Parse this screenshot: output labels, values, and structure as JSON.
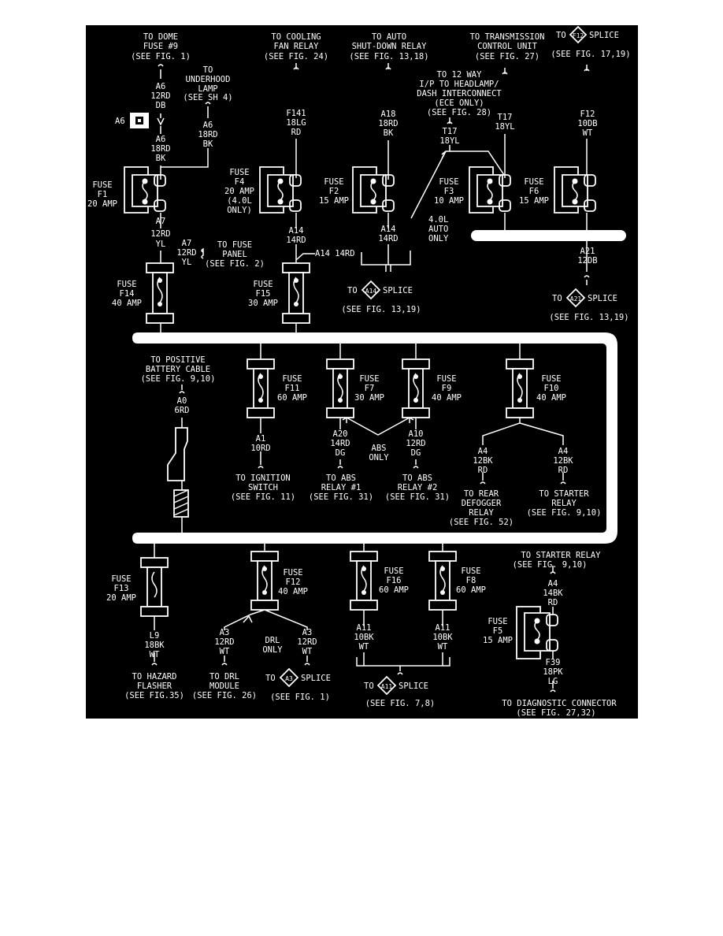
{
  "labels": {
    "dome1": "TO DOME",
    "dome2": "FUSE #9",
    "dome3": "(SEE FIG. 1)",
    "a6w1": "A6",
    "a6w2": "12RD",
    "a6w3": "DB",
    "a6conn": "A6",
    "a6w4": "A6",
    "a6w5": "18RD",
    "a6w6": "BK",
    "uh1": "TO",
    "uh2": "UNDERHOOD",
    "uh3": "LAMP",
    "uh4": "(SEE SH 4)",
    "uhw1": "A6",
    "uhw2": "18RD",
    "uhw3": "BK",
    "f1a": "FUSE",
    "f1b": "F1",
    "f1c": "20 AMP",
    "a7a": "A7",
    "a7b": "12RD",
    "a7c": "YL",
    "a7d": "A7",
    "a7e": "12RD",
    "a7f": "YL",
    "fp1": "TO FUSE",
    "fp2": "PANEL",
    "fp3": "(SEE FIG. 2)",
    "f14a": "FUSE",
    "f14b": "F14",
    "f14c": "40 AMP",
    "cf1": "TO COOLING",
    "cf2": "FAN RELAY",
    "cf3": "(SEE FIG. 24)",
    "f141a": "F141",
    "f141b": "18LG",
    "f141c": "RD",
    "f4a": "FUSE",
    "f4b": "F4",
    "f4c": "20 AMP",
    "f4d": "(4.0L",
    "f4e": "ONLY)",
    "a14a": "A14",
    "a14b": "14RD",
    "a14c": "A14  14RD",
    "f15a": "FUSE",
    "f15b": "F15",
    "f15c": "30 AMP",
    "asd1": "TO AUTO",
    "asd2": "SHUT-DOWN RELAY",
    "asd3": "(SEE FIG. 13,18)",
    "a18a": "A18",
    "a18b": "18RD",
    "a18c": "BK",
    "f2a": "FUSE",
    "f2b": "F2",
    "f2c": "15 AMP",
    "a14d": "A14",
    "a14e": "14RD",
    "a14s1": "TO",
    "a14s2": "A14",
    "a14s3": "SPLICE",
    "a14s4": "(SEE FIG. 13,19)",
    "dash1": "TO 12 WAY",
    "dash2": "I/P TO HEADLAMP/",
    "dash3": "DASH INTERCONNECT",
    "dash4": "(ECE ONLY)",
    "dash5": "(SEE FIG. 28)",
    "t17a": "T17",
    "t17b": "18YL",
    "f3a": "FUSE",
    "f3b": "F3",
    "f3c": "10 AMP",
    "auto1": "4.0L",
    "auto2": "AUTO",
    "auto3": "ONLY",
    "tcu1": "TO TRANSMISSION",
    "tcu2": "CONTROL UNIT",
    "tcu3": "(SEE FIG. 27)",
    "t17c": "T17",
    "t17d": "18YL",
    "f12s1": "TO",
    "f12s2": "F12",
    "f12s3": "SPLICE",
    "f12s4": "(SEE FIG. 17,19)",
    "f12w1": "F12",
    "f12w2": "10DB",
    "f12w3": "WT",
    "f6a": "FUSE",
    "f6b": "F6",
    "f6c": "15 AMP",
    "a21a": "A21",
    "a21b": "12DB",
    "a21s1": "TO",
    "a21s2": "A21",
    "a21s3": "SPLICE",
    "a21s4": "(SEE FIG. 13,19)",
    "bat1": "TO POSITIVE",
    "bat2": "BATTERY CABLE",
    "bat3": "(SEE FIG. 9,10)",
    "a0a": "A0",
    "a0b": "6RD",
    "f11a": "FUSE",
    "f11b": "F11",
    "f11c": "60 AMP",
    "a1a": "A1",
    "a1b": "10RD",
    "ign1": "TO IGNITION",
    "ign2": "SWITCH",
    "ign3": "(SEE FIG. 11)",
    "f7a": "FUSE",
    "f7b": "F7",
    "f7c": "30 AMP",
    "a20a": "A20",
    "a20b": "14RD",
    "a20c": "DG",
    "abs1": "ABS",
    "abs2": "ONLY",
    "absr1a": "TO ABS",
    "absr1b": "RELAY #1",
    "absr1c": "(SEE FIG. 31)",
    "f9a": "FUSE",
    "f9b": "F9",
    "f9c": "40 AMP",
    "a10a": "A10",
    "a10b": "12RD",
    "a10c": "DG",
    "absr2a": "TO ABS",
    "absr2b": "RELAY #2",
    "absr2c": "(SEE FIG. 31)",
    "f10a": "FUSE",
    "f10b": "F10",
    "f10c": "40 AMP",
    "a4a": "A4",
    "a4b": "12BK",
    "a4c": "RD",
    "a4d": "A4",
    "a4e": "12BK",
    "a4f": "RD",
    "def1": "TO REAR",
    "def2": "DEFOGGER",
    "def3": "RELAY",
    "def4": "(SEE FIG. 52)",
    "st1": "TO STARTER",
    "st2": "RELAY",
    "st3": "(SEE FIG. 9,10)",
    "f13a": "FUSE",
    "f13b": "F13",
    "f13c": "20 AMP",
    "l9a": "L9",
    "l9b": "18BK",
    "l9c": "WT",
    "hz1": "TO HAZARD",
    "hz2": "FLASHER",
    "hz3": "(SEE FIG.35)",
    "f12a": "FUSE",
    "f12b": "F12",
    "f12c": "40 AMP",
    "drl1": "DRL",
    "drl2": "ONLY",
    "a3a": "A3",
    "a3b": "12RD",
    "a3c": "WT",
    "a3d": "A3",
    "a3e": "12RD",
    "a3f": "WT",
    "drlm1": "TO DRL",
    "drlm2": "MODULE",
    "drlm3": "(SEE FIG. 26)",
    "a3s1": "TO",
    "a3s2": "A3",
    "a3s3": "SPLICE",
    "a3s4": "(SEE FIG. 1)",
    "f16a": "FUSE",
    "f16b": "F16",
    "f16c": "60 AMP",
    "a11a": "A11",
    "a11b": "10BK",
    "a11c": "WT",
    "f8a": "FUSE",
    "f8b": "F8",
    "f8c": "60 AMP",
    "a11d": "A11",
    "a11e": "10BK",
    "a11f": "WT",
    "a11s1": "TO",
    "a11s2": "A11",
    "a11s3": "SPLICE",
    "a11s4": "(SEE FIG. 7,8)",
    "sr1": "TO STARTER RELAY",
    "sr2": "(SEE FIG. 9,10)",
    "a4g": "A4",
    "a4h": "14BK",
    "a4i": "RD",
    "f5a": "FUSE",
    "f5b": "F5",
    "f5c": "15 AMP",
    "f39a": "F39",
    "f39b": "18PK",
    "f39c": "LG",
    "dc1": "TO DIAGNOSTIC CONNECTOR",
    "dc2": "(SEE FIG. 27,32)"
  }
}
